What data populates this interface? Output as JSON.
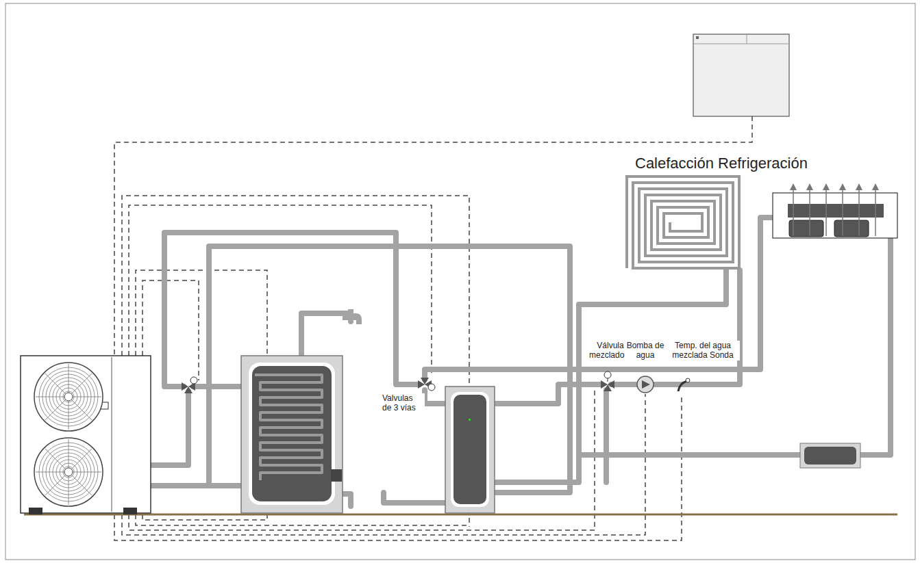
{
  "diagram": {
    "labels": [
      "Calefacción Refrigeración",
      "Válvula mezcladora",
      "Bomba de agua",
      "Temp. del agua mezclada Sonda",
      "Valvulas de 3 vías"
    ]
  }
}
